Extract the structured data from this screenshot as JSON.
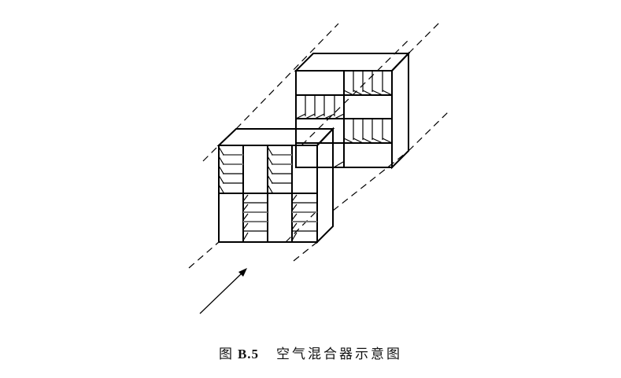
{
  "figure": {
    "label": "图",
    "number": "B.5",
    "title": "空气混合器示意图"
  },
  "diagram": {
    "description": "Isometric schematic of an air mixer: two box units with louvered vane sections placed along an air duct (dashed boundaries), airflow arrow at lower left",
    "components": [
      {
        "id": "front-mixer-unit",
        "grid": "2 rows x 4 columns",
        "louvers": "horizontal vanes"
      },
      {
        "id": "rear-mixer-unit",
        "grid": "4 rows x 2 columns",
        "louvers": "vertical vanes"
      },
      {
        "id": "duct-boundary-lines",
        "style": "dashed",
        "count": 4
      },
      {
        "id": "airflow-arrow",
        "direction": "up-right"
      }
    ],
    "colors": {
      "line": "#000000",
      "vane": "#777777",
      "background": "#ffffff"
    }
  }
}
